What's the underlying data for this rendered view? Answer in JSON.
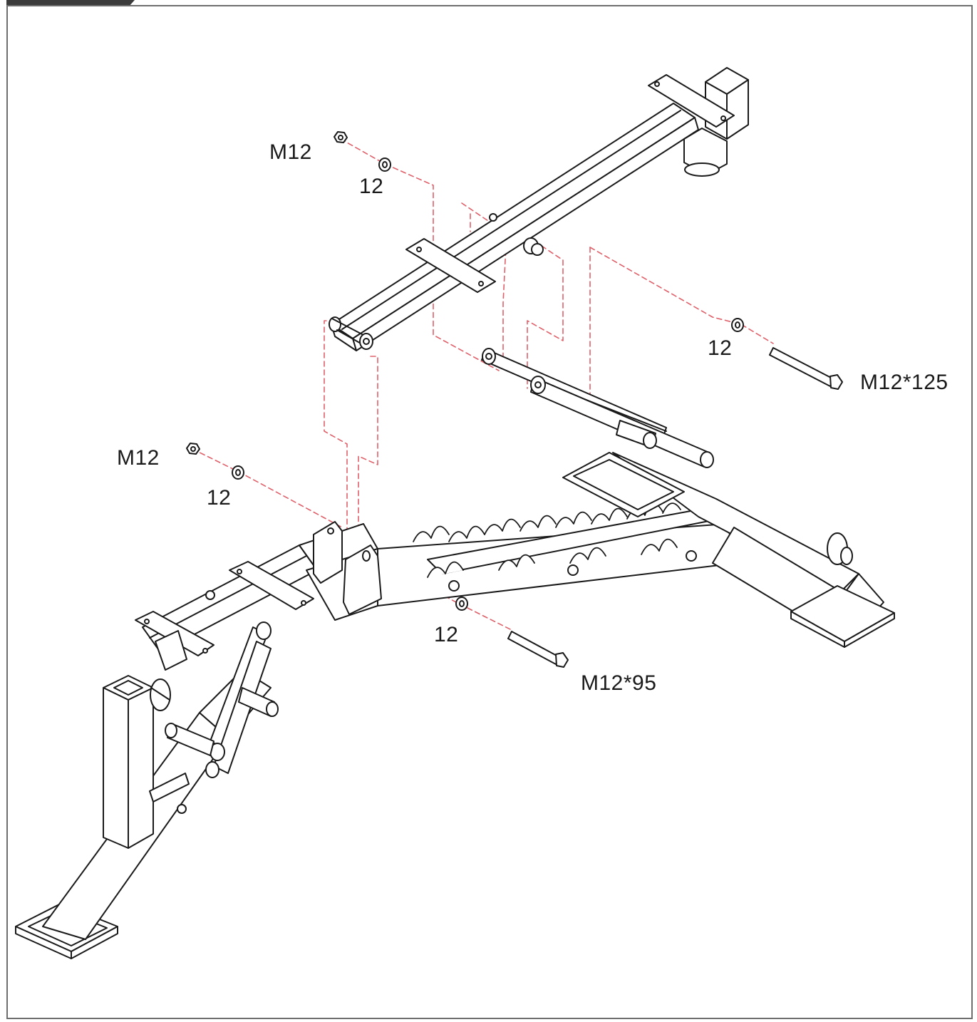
{
  "labels": {
    "top_nut": "M12",
    "top_washer": "12",
    "right_washer": "12",
    "bolt_long": "M12*125",
    "left_nut": "M12",
    "left_washer": "12",
    "center_washer": "12",
    "bolt_short": "M12*95"
  },
  "colors": {
    "line": "#1a1a1a",
    "guide": "#e0606a",
    "frame": "#6e6e6e",
    "tab": "#3c3c3c"
  }
}
